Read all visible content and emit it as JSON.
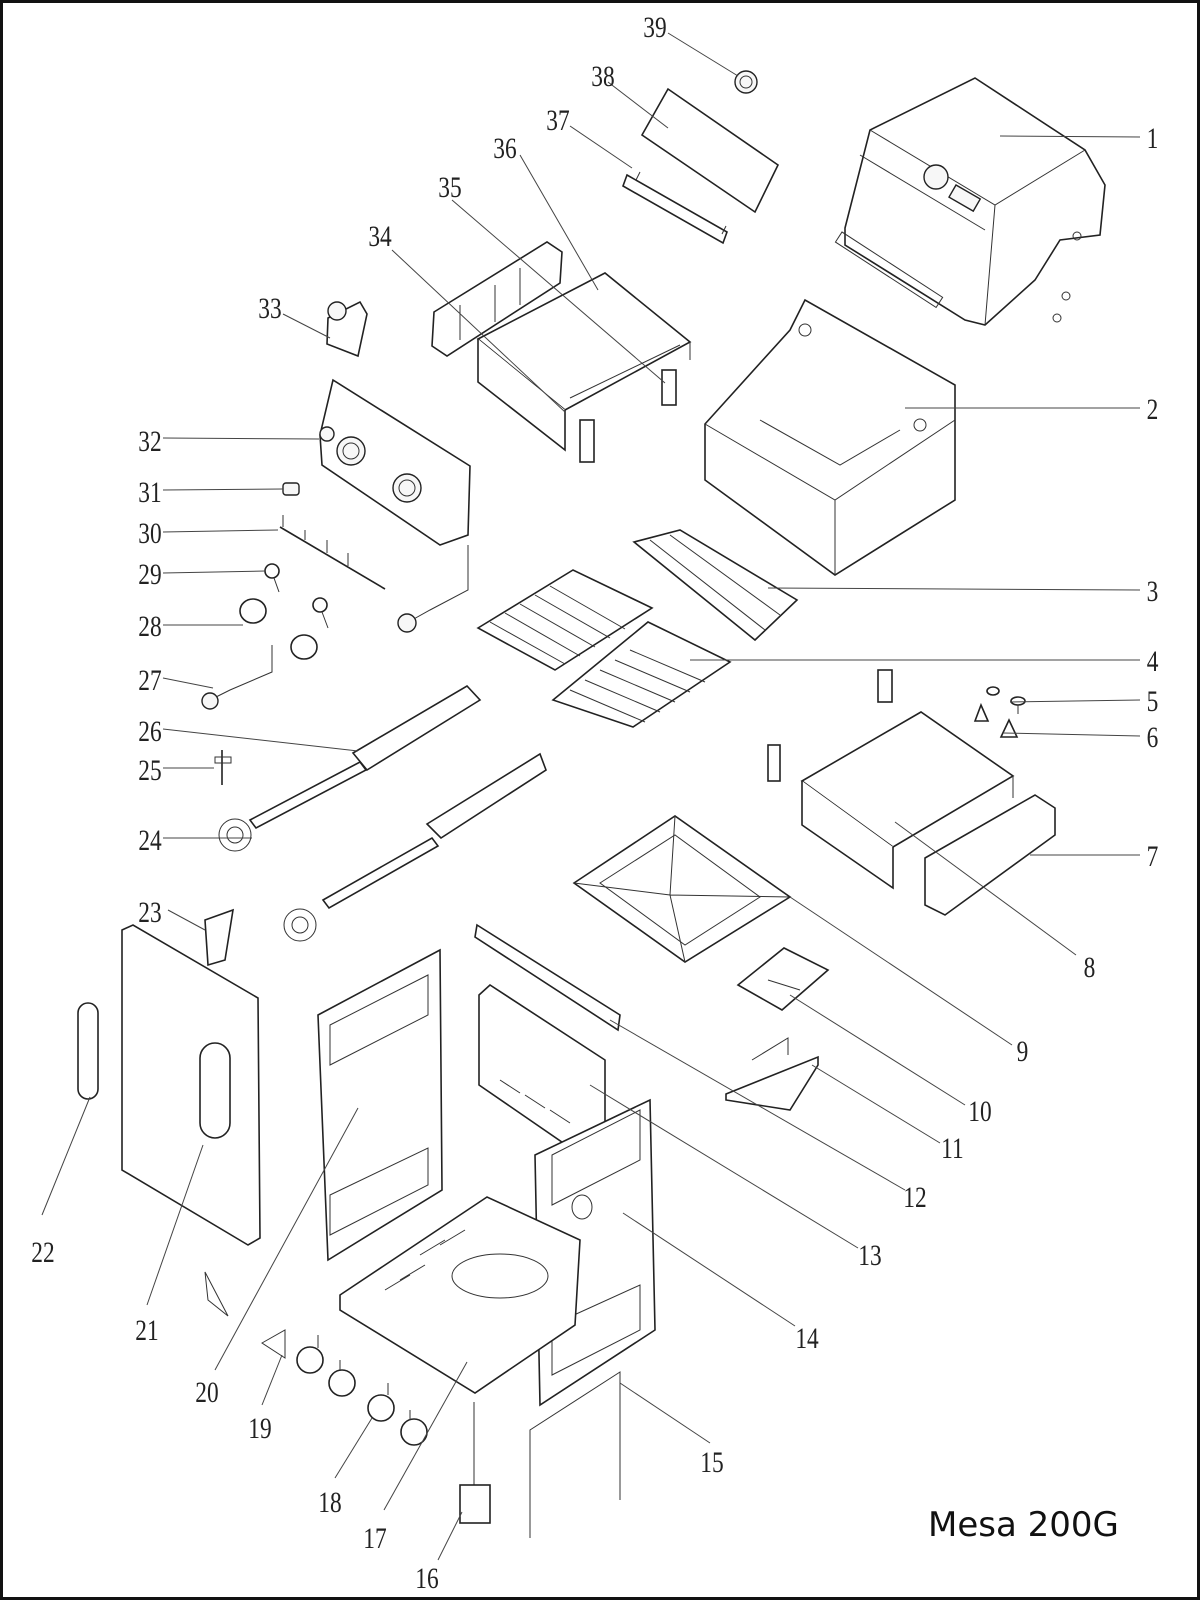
{
  "diagram": {
    "model_name": "Mesa 200G",
    "callouts": [
      {
        "id": "1",
        "label": "1"
      },
      {
        "id": "2",
        "label": "2"
      },
      {
        "id": "3",
        "label": "3"
      },
      {
        "id": "4",
        "label": "4"
      },
      {
        "id": "5",
        "label": "5"
      },
      {
        "id": "6",
        "label": "6"
      },
      {
        "id": "7",
        "label": "7"
      },
      {
        "id": "8",
        "label": "8"
      },
      {
        "id": "9",
        "label": "9"
      },
      {
        "id": "10",
        "label": "10"
      },
      {
        "id": "11",
        "label": "11"
      },
      {
        "id": "12",
        "label": "12"
      },
      {
        "id": "13",
        "label": "13"
      },
      {
        "id": "14",
        "label": "14"
      },
      {
        "id": "15",
        "label": "15"
      },
      {
        "id": "16",
        "label": "16"
      },
      {
        "id": "17",
        "label": "17"
      },
      {
        "id": "18",
        "label": "18"
      },
      {
        "id": "19",
        "label": "19"
      },
      {
        "id": "20",
        "label": "20"
      },
      {
        "id": "21",
        "label": "21"
      },
      {
        "id": "22",
        "label": "22"
      },
      {
        "id": "23",
        "label": "23"
      },
      {
        "id": "24",
        "label": "24"
      },
      {
        "id": "25",
        "label": "25"
      },
      {
        "id": "26",
        "label": "26"
      },
      {
        "id": "27",
        "label": "27"
      },
      {
        "id": "28",
        "label": "28"
      },
      {
        "id": "29",
        "label": "29"
      },
      {
        "id": "30",
        "label": "30"
      },
      {
        "id": "31",
        "label": "31"
      },
      {
        "id": "32",
        "label": "32"
      },
      {
        "id": "33",
        "label": "33"
      },
      {
        "id": "34",
        "label": "34"
      },
      {
        "id": "35",
        "label": "35"
      },
      {
        "id": "36",
        "label": "36"
      },
      {
        "id": "37",
        "label": "37"
      },
      {
        "id": "38",
        "label": "38"
      },
      {
        "id": "39",
        "label": "39"
      }
    ]
  }
}
